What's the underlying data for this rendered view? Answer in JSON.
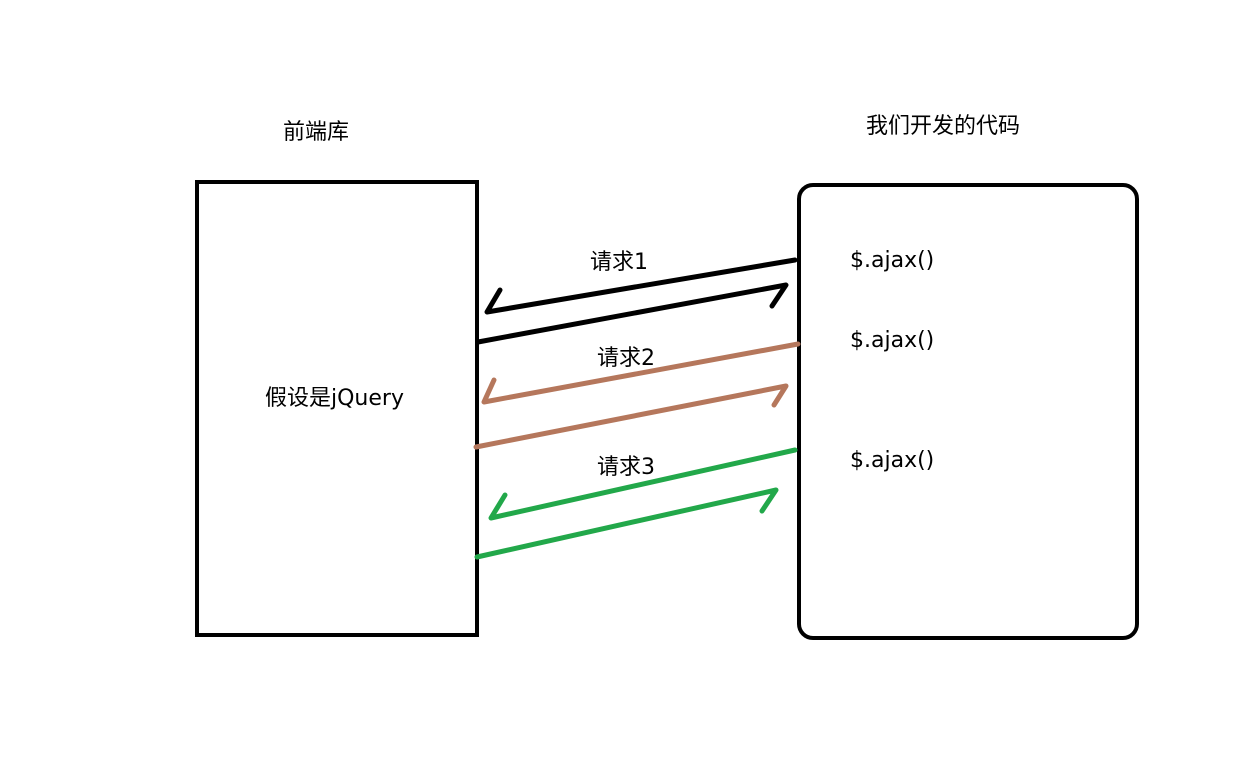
{
  "left": {
    "title": "前端库",
    "box_text": "假设是jQuery"
  },
  "right": {
    "title": "我们开发的代码",
    "calls": [
      "$.ajax()",
      "$.ajax()",
      "$.ajax()"
    ]
  },
  "requests": [
    {
      "label": "请求1",
      "color": "#000000"
    },
    {
      "label": "请求2",
      "color": "#b5775c"
    },
    {
      "label": "请求3",
      "color": "#22a84a"
    }
  ]
}
